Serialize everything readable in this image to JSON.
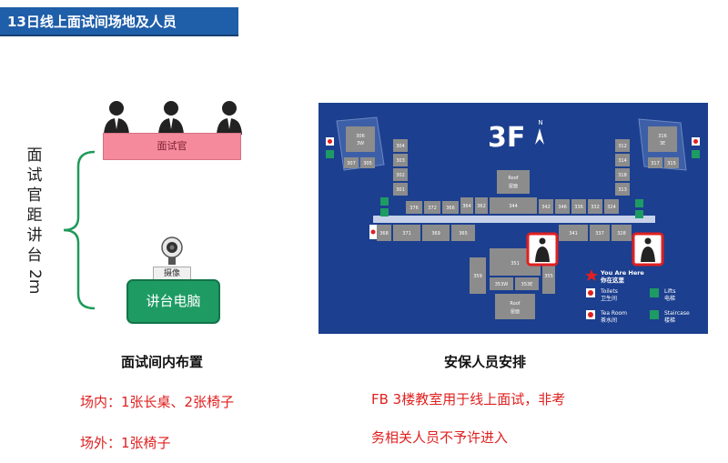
{
  "header": {
    "title": "13日线上面试间场地及人员"
  },
  "left_diagram": {
    "distance_label_chars": "面试官距讲台",
    "distance_label_unit": "2m",
    "table_label": "面试官",
    "camera_label": "摄像",
    "computer_label": "讲台电脑",
    "caption": "面试间内布置",
    "inside_text": "场内：1张长桌、2张椅子",
    "outside_text": "场外：1张椅子"
  },
  "right_diagram": {
    "floor_label": "3F",
    "north_label": "N",
    "caption": "安保人员安排",
    "notice_line1": "FB 3楼教室用于线上面试，非考",
    "notice_line2": "务相关人员不予许进入",
    "rooms": {
      "r306": "306",
      "r306sub": "3W",
      "r307": "307",
      "r305": "305",
      "r304": "304",
      "r303": "303",
      "r302": "302",
      "r301": "301",
      "r376": "376",
      "r372": "372",
      "r366": "366",
      "r364": "364",
      "r362": "362",
      "r368": "368",
      "r371": "371",
      "r369": "369",
      "r365": "365",
      "r344": "344",
      "r342": "342",
      "r346": "346",
      "r336": "336",
      "r332": "332",
      "r324": "324",
      "r341": "341",
      "r337": "337",
      "r328": "328",
      "r316": "316",
      "r316sub": "3E",
      "r312": "312",
      "r314": "314",
      "r318": "318",
      "r317": "317",
      "r315": "315",
      "r313": "313",
      "r351": "351",
      "r359": "359",
      "r355": "355",
      "r353w": "353W",
      "r353e": "353E",
      "roof1": "Roof",
      "roof1cn": "屋面",
      "roof2": "Roof",
      "roof2cn": "屋面"
    },
    "legend": {
      "you_are_here_en": "You Are Here",
      "you_are_here_cn": "你在这里",
      "toilets_en": "Toilets",
      "toilets_cn": "卫生间",
      "lifts_en": "Lifts",
      "lifts_cn": "电梯",
      "tea_en": "Tea Room",
      "tea_cn": "茶水间",
      "stair_en": "Staircase",
      "stair_cn": "楼梯"
    }
  },
  "colors": {
    "header_bg": "#1f5ea8",
    "map_bg": "#1c3f8f",
    "room": "#8c8c8c",
    "alert": "#e02020",
    "computer": "#1e9b63"
  }
}
